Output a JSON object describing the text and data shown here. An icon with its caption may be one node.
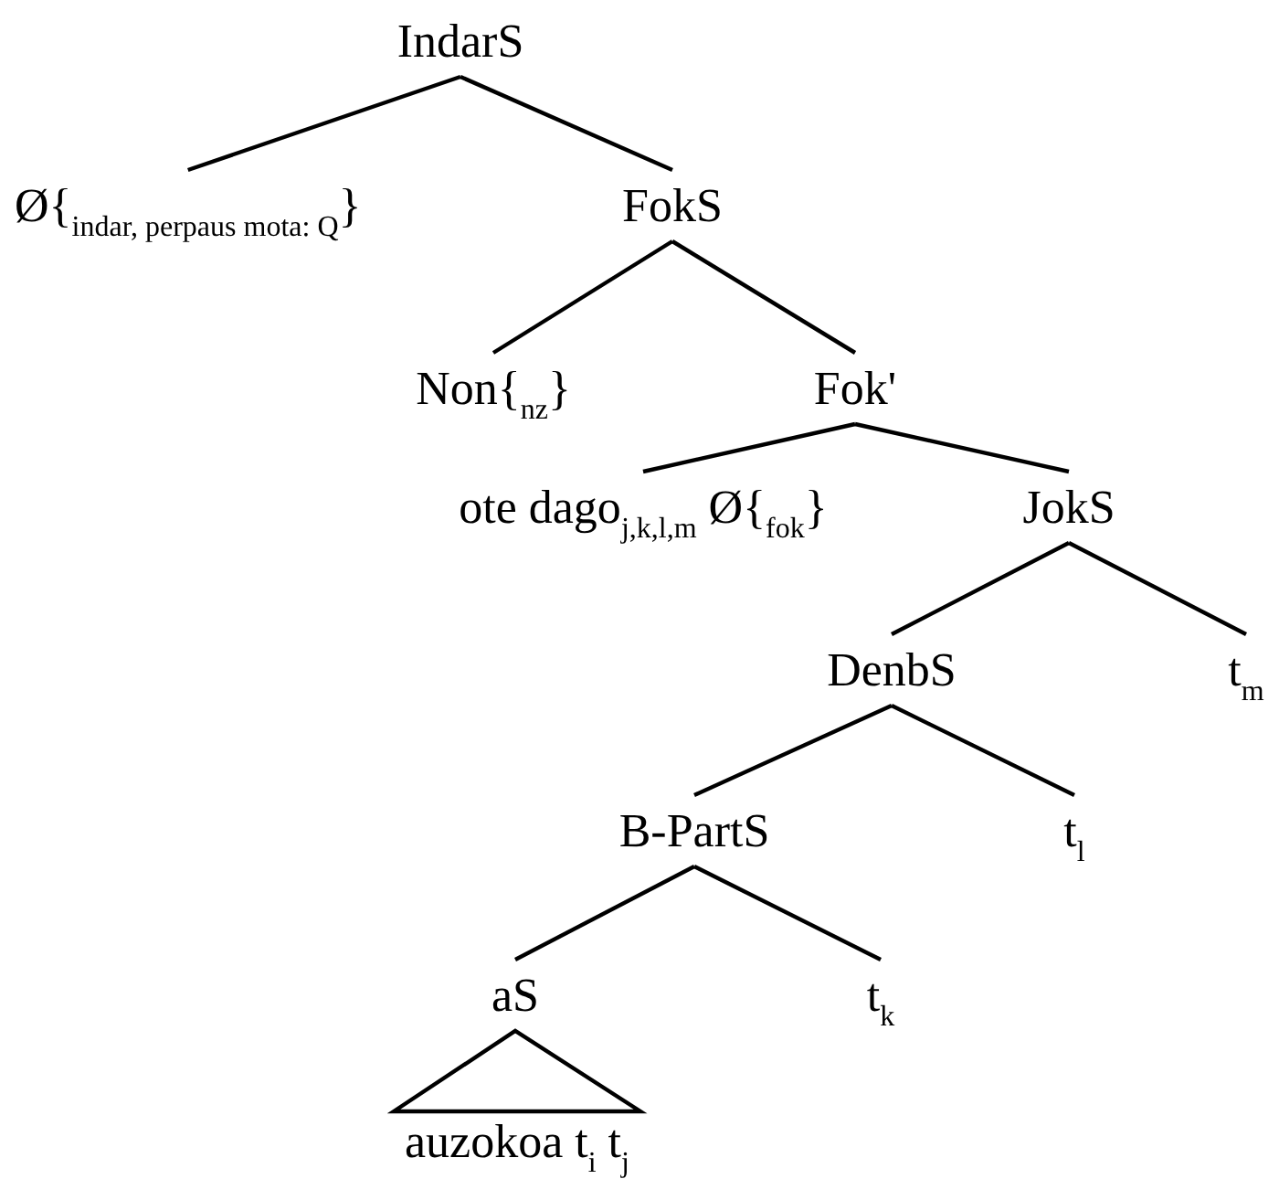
{
  "diagram": {
    "nodes": [
      {
        "text": [
          "IndarS"
        ]
      },
      {
        "text": [
          "Ø{$_{indar, perpaus mota: Q}$}"
        ]
      },
      {
        "text": [
          "FokS"
        ]
      },
      {
        "text": [
          "Non{$_{nz}$}"
        ]
      },
      {
        "text": [
          "Fok'"
        ]
      },
      {
        "text": [
          "ote dago$_{j,k,l,m}$ Ø{$_{fok}$}"
        ]
      },
      {
        "text": [
          "JokS"
        ]
      },
      {
        "text": [
          "DenbS"
        ]
      },
      {
        "text": [
          "t$_{m}$"
        ]
      },
      {
        "text": [
          "B-PartS"
        ]
      },
      {
        "text": [
          "t$_{l}$"
        ]
      },
      {
        "text": [
          "aS"
        ]
      },
      {
        "text": [
          "t$_{k}$"
        ]
      },
      {
        "text": [
          "auzokoa t$_{i}$ t$_{j}$"
        ]
      }
    ],
    "edges": [
      {
        "from": 0,
        "to": 1,
        "arrow": "none"
      },
      {
        "from": 0,
        "to": 2,
        "arrow": "none"
      },
      {
        "from": 2,
        "to": 3,
        "arrow": "none"
      },
      {
        "from": 2,
        "to": 4,
        "arrow": "none"
      },
      {
        "from": 4,
        "to": 5,
        "arrow": "none"
      },
      {
        "from": 4,
        "to": 6,
        "arrow": "none"
      },
      {
        "from": 6,
        "to": 7,
        "arrow": "none"
      },
      {
        "from": 6,
        "to": 8,
        "arrow": "none"
      },
      {
        "from": 7,
        "to": 9,
        "arrow": "none"
      },
      {
        "from": 7,
        "to": 10,
        "arrow": "none"
      },
      {
        "from": 9,
        "to": 11,
        "arrow": "none"
      },
      {
        "from": 9,
        "to": 12,
        "arrow": "none"
      },
      {
        "from": 11,
        "to": 13,
        "arrow": "none"
      }
    ]
  }
}
